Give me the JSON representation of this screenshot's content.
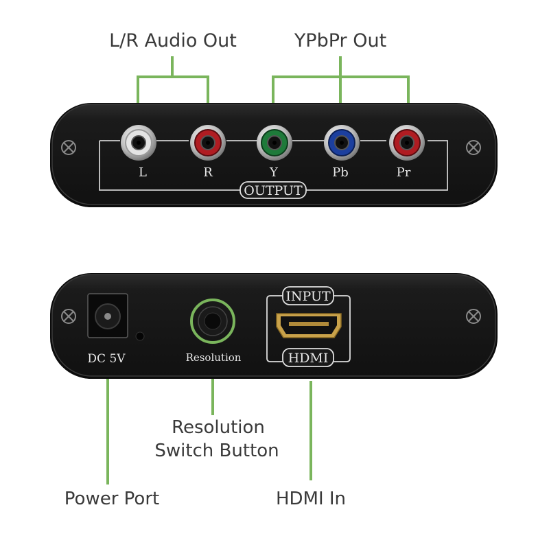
{
  "callouts": {
    "audio_out": "L/R Audio Out",
    "ypbpr_out": "YPbPr Out",
    "resolution_line1": "Resolution",
    "resolution_line2": "Switch Button",
    "power_port": "Power Port",
    "hdmi_in": "HDMI In"
  },
  "front_panel": {
    "group_label": "OUTPUT",
    "jacks": [
      {
        "label": "L",
        "color": "#d8d8d8"
      },
      {
        "label": "R",
        "color": "#b01c22"
      },
      {
        "label": "Y",
        "color": "#1e7a3a"
      },
      {
        "label": "Pb",
        "color": "#1c3f9e"
      },
      {
        "label": "Pr",
        "color": "#b01c22"
      }
    ]
  },
  "back_panel": {
    "dc_label": "DC 5V",
    "resolution_label": "Resolution",
    "input_label": "INPUT",
    "hdmi_label": "HDMI"
  },
  "colors": {
    "callout_line": "#7ab55c",
    "device_body": "#1a1a1a",
    "panel_text": "#e8e8e8"
  }
}
